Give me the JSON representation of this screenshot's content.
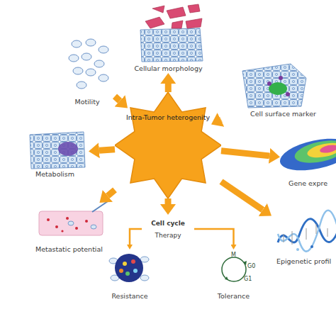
{
  "diagram": {
    "nodes": [
      {
        "text": [
          "Intra-Tumor heterogenity"
        ]
      },
      {
        "text": [
          "Cellular morphology"
        ]
      },
      {
        "text": [
          "Cell surface marker"
        ]
      },
      {
        "text": [
          "Gene expre"
        ]
      },
      {
        "text": [
          "Epigenetic profil"
        ]
      },
      {
        "text": [
          "Cell cycle",
          "Therapy"
        ]
      },
      {
        "text": [
          "Resistance"
        ]
      },
      {
        "text": [
          "Tolerance"
        ]
      },
      {
        "text": [
          "Metastatic potential"
        ]
      },
      {
        "text": [
          "Metabolism"
        ]
      },
      {
        "text": [
          "Motility"
        ]
      }
    ],
    "edges": [
      {
        "from": 0,
        "to": 1,
        "arrow": "to"
      },
      {
        "from": 0,
        "to": 2,
        "arrow": "to"
      },
      {
        "from": 0,
        "to": 3,
        "arrow": "to"
      },
      {
        "from": 0,
        "to": 4,
        "arrow": "to"
      },
      {
        "from": 0,
        "to": 5,
        "arrow": "to"
      },
      {
        "from": 0,
        "to": 8,
        "arrow": "to"
      },
      {
        "from": 0,
        "to": 9,
        "arrow": "to"
      },
      {
        "from": 0,
        "to": 10,
        "arrow": "to"
      },
      {
        "from": 5,
        "to": 6,
        "arrow": "to"
      },
      {
        "from": 5,
        "to": 7,
        "arrow": "to"
      }
    ],
    "labels": [
      "M",
      "G0",
      "G1"
    ]
  }
}
